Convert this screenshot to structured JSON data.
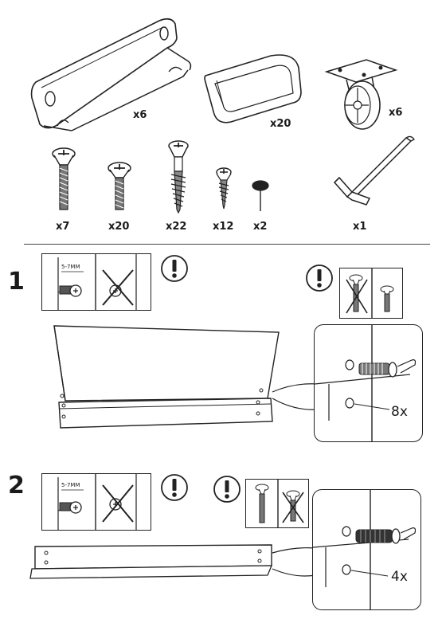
{
  "parts": {
    "bracket_qty": "x6",
    "spacer_qty": "x20",
    "caster_qty": "x6",
    "screw_long_qty": "x7",
    "screw_medium_qty": "x20",
    "screw_anchor_qty": "x22",
    "screw_small_qty": "x12",
    "pin_qty": "x2",
    "hex_key_qty": "x1"
  },
  "step1": {
    "number": "1",
    "depth_label": "5-7MM",
    "screw_count": "8x"
  },
  "step2": {
    "number": "2",
    "depth_label": "5-7MM",
    "screw_count": "4x"
  },
  "icons": [
    "warning-icon",
    "cross-mark-icon"
  ]
}
